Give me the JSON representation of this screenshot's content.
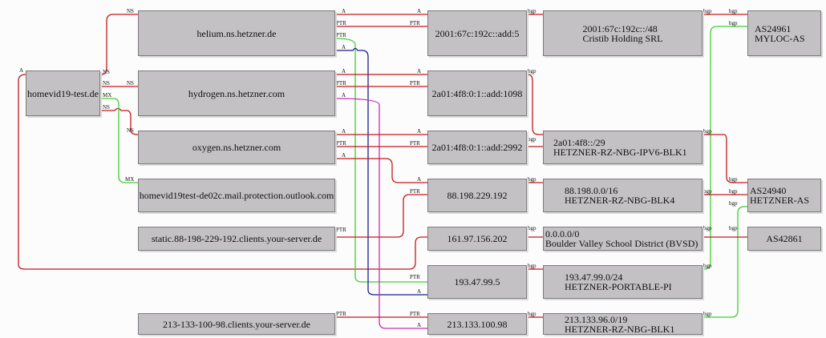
{
  "diagram": {
    "title": "DNS/BGP dependency graph for homevid19-test.de",
    "colors": {
      "red": "#c8171c",
      "green": "#3fcf34",
      "blue": "#1c1d8f",
      "magenta": "#cc2bb8",
      "node_fill": "#c3c1c4"
    },
    "nodes": {
      "domain": "homevid19-test.de",
      "ns_helium": "helium.ns.hetzner.de",
      "ns_hydrogen": "hydrogen.ns.hetzner.com",
      "ns_oxygen": "oxygen.ns.hetzner.com",
      "mx": "homevid19test-de02c.mail.protection.outlook.com",
      "ptr_static": "static.88-198-229-192.clients.your-server.de",
      "ptr_213": "213-133-100-98.clients.your-server.de",
      "ip_v6_helium": "2001:67c:192c::add:5",
      "ip_v6_hydrogen": "2a01:4f8:0:1::add:1098",
      "ip_v6_oxygen": "2a01:4f8:0:1::add:2992",
      "ip_88": "88.198.229.192",
      "ip_161": "161.97.156.202",
      "ip_193": "193.47.99.5",
      "ip_213": "213.133.100.98",
      "pfx_cristib": "2001:67c:192c::/48\nCristib Holding SRL",
      "pfx_v6blk1": "2a01:4f8::/29\nHETZNER-RZ-NBG-IPV6-BLK1",
      "pfx_blk4": "88.198.0.0/16\nHETZNER-RZ-NBG-BLK4",
      "pfx_bvsd": "0.0.0.0/0\nBoulder Valley School District (BVSD)",
      "pfx_portable": "193.47.99.0/24\nHETZNER-PORTABLE-PI",
      "pfx_blk1": "213.133.96.0/19\nHETZNER-RZ-NBG-BLK1",
      "as_myloc": "AS24961\nMYLOC-AS",
      "as_hetzner": "AS24940\nHETZNER-AS",
      "as_42861": "AS42861"
    },
    "edge_labels": {
      "ns": "NS",
      "mx": "MX",
      "a": "A",
      "ptr": "PTR",
      "bgp": "bgp"
    }
  }
}
